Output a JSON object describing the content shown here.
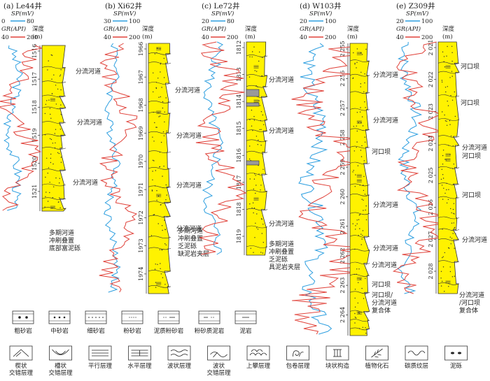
{
  "wells": [
    {
      "id": "a",
      "title": "(a) Le44井",
      "sp_label": "SP(mV)",
      "sp_range": [
        "0",
        "80"
      ],
      "gr_label": "GR(API)",
      "gr_range": [
        "40",
        "200"
      ],
      "depth_label": "深度",
      "depth_unit": "(m)",
      "depth_ticks": [
        "1516",
        "1517",
        "1518",
        "1519",
        "1520",
        "1521"
      ],
      "facies": [
        "分流河道",
        "分流河道",
        "分流河道"
      ],
      "summary": [
        "多期河道",
        "冲刷叠置",
        "底部富泥砾"
      ]
    },
    {
      "id": "b",
      "title": "(b) Xi62井",
      "sp_label": "SP(mV)",
      "sp_range": [
        "30",
        "100"
      ],
      "gr_label": "GR(API)",
      "gr_range": [
        "40",
        "200"
      ],
      "depth_label": "深度",
      "depth_unit": "(m)",
      "depth_ticks": [
        "1966",
        "1967",
        "1968",
        "1969",
        "1970",
        "1971",
        "1972",
        "1973",
        "1974"
      ],
      "facies": [
        "分流河道",
        "分流河道",
        "分流河道",
        "分流河道"
      ],
      "summary": [
        "多期河道",
        "冲刷叠置",
        "乏泥砾",
        "缺泥岩夹层"
      ]
    },
    {
      "id": "c",
      "title": "(c) Le72井",
      "sp_label": "SP(mV)",
      "sp_range": [
        "20",
        "80"
      ],
      "gr_label": "GR(API)",
      "gr_range": [
        "40",
        "200"
      ],
      "depth_label": "深度",
      "depth_unit": "(m)",
      "depth_ticks": [
        "1812",
        "1813",
        "1814",
        "1815",
        "1816",
        "1817",
        "1818",
        "1819"
      ],
      "facies": [
        "分流河道",
        "分流河道",
        "分流河道"
      ],
      "summary": [
        "多期河道",
        "冲刷叠置",
        "乏泥砾",
        "具泥岩夹层"
      ]
    },
    {
      "id": "d",
      "title": "(d) W103井",
      "sp_label": "SP(mV)",
      "sp_range": [
        "20",
        "100"
      ],
      "gr_label": "GR(API)",
      "gr_range": [
        "40",
        "200"
      ],
      "depth_label": "深度",
      "depth_unit": "(m)",
      "depth_ticks": [
        "2 255",
        "2 256",
        "2 257",
        "2 258",
        "2 259",
        "2 260",
        "2 261",
        "2 262",
        "2 263",
        "2 264"
      ],
      "facies": [
        "分流河道",
        "分流河道",
        "河口坝",
        "分流河道",
        "分流河道",
        "分流河道",
        "河口坝"
      ],
      "summary": [
        "河口坝/",
        "分流河道",
        "复合体"
      ]
    },
    {
      "id": "e",
      "title": "(e) Z309井",
      "sp_label": "SP(mV)",
      "sp_range": [
        "20",
        "100"
      ],
      "gr_label": "GR(API)",
      "gr_range": [
        "40",
        "200"
      ],
      "depth_label": "深度",
      "depth_unit": "(m)",
      "depth_ticks": [
        "2 021",
        "2 022",
        "2 023",
        "2 024",
        "2 025",
        "2 026",
        "2 027",
        "2 028"
      ],
      "facies": [
        "河口坝",
        "河口坝",
        "分流河道",
        "河口坝",
        "河口坝",
        "分流河道"
      ],
      "summary": [
        "分流河道",
        "/河口坝",
        "复合体"
      ]
    }
  ],
  "legend_lithology": [
    "粗砂岩",
    "中砂岩",
    "细砂岩",
    "粉砂岩",
    "泥质粉砂岩",
    "粉砂质泥岩",
    "泥岩"
  ],
  "legend_structures": [
    [
      "楔状",
      "交错层理"
    ],
    [
      "槽状",
      "交错层理"
    ],
    [
      "平行层理"
    ],
    [
      "水平层理"
    ],
    [
      "波状层理"
    ],
    [
      "波状",
      "交错层理"
    ],
    [
      "上攀层理"
    ],
    [
      "包卷层理"
    ],
    [
      "块状构造"
    ],
    [
      "植物化石"
    ],
    [
      "碳质纹层"
    ],
    [
      "泥砾"
    ]
  ],
  "colors": {
    "sand": "#fff200",
    "sp_curve": "#2e9fe0",
    "gr_curve": "#e0423a",
    "mudstone": "#999999"
  }
}
